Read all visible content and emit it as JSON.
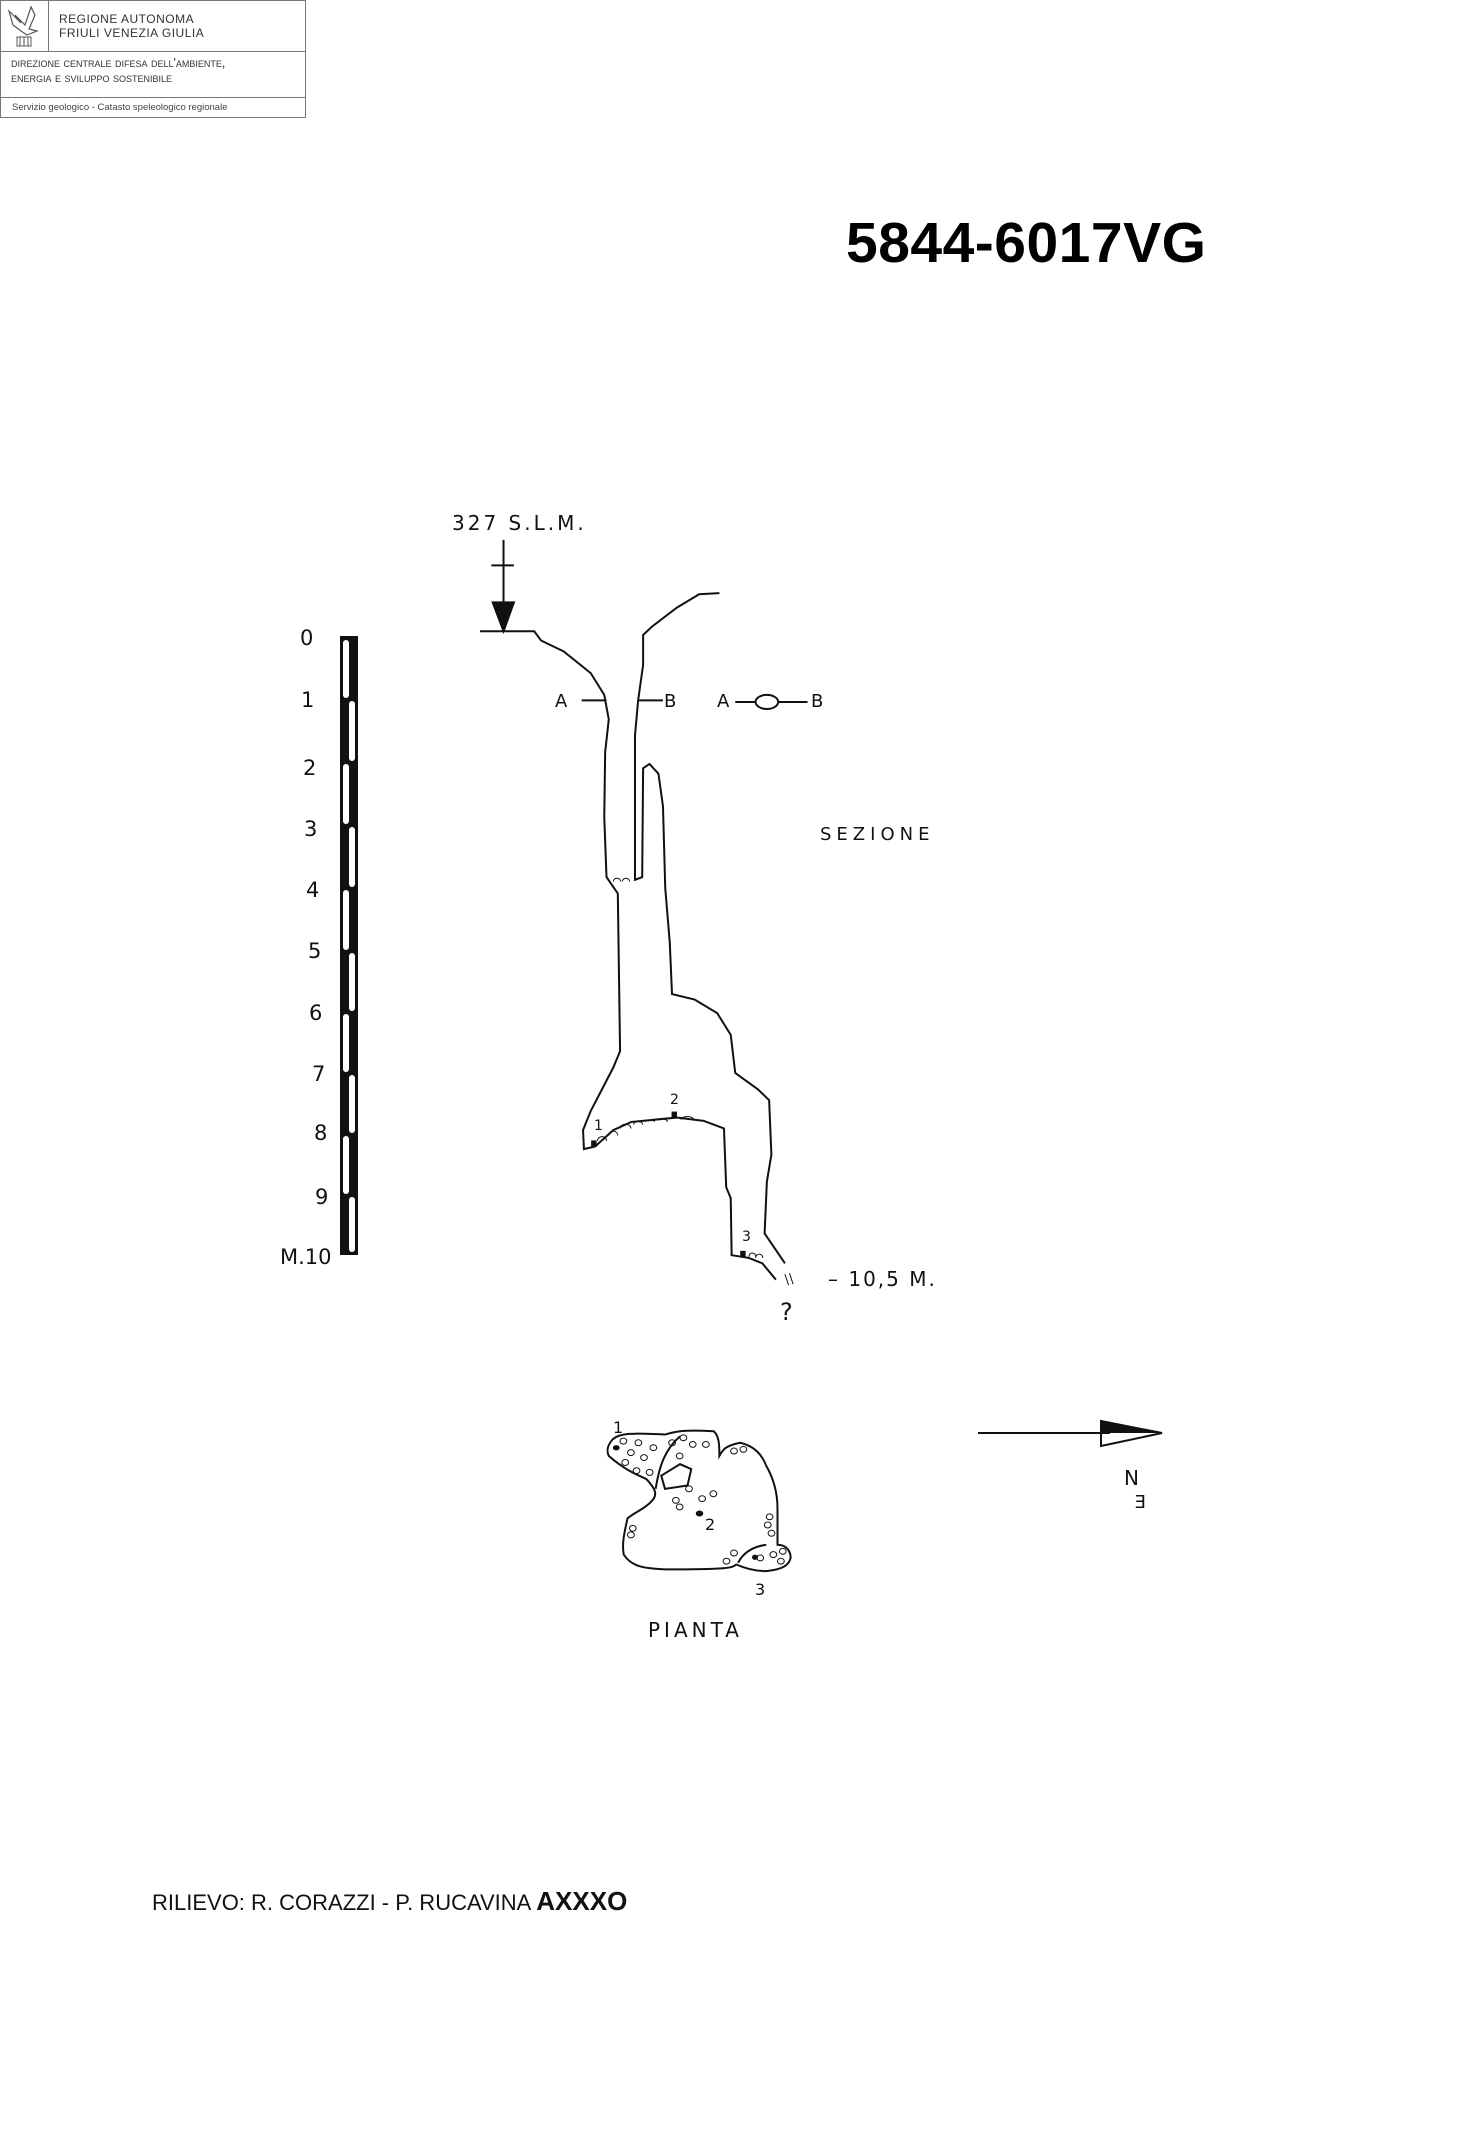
{
  "header": {
    "region_line1": "REGIONE AUTONOMA",
    "region_line2": "FRIULI VENEZIA GIULIA",
    "direction_line1": "DIREZIONE CENTRALE DIFESA DELL'AMBIENTE,",
    "direction_line2": "ENERGIA E SVILUPPO SOSTENIBILE",
    "service": "Servizio geologico - Catasto speleologico regionale",
    "logo_icon": "eagle-emblem-icon"
  },
  "title": "5844-6017VG",
  "section": {
    "entrance_elevation": "327 S.L.M.",
    "label": "SEZIONE",
    "depth": "– 10,5 M.",
    "unknown_marker": "?",
    "point_labels": [
      "1",
      "2",
      "3"
    ],
    "cross_section_a": "A",
    "cross_section_b": "B"
  },
  "scale": {
    "ticks": [
      "0",
      "1",
      "2",
      "3",
      "4",
      "5",
      "6",
      "7",
      "8",
      "9"
    ],
    "end_label": "M.10"
  },
  "plan": {
    "label": "PIANTA",
    "point_labels": [
      "1",
      "2",
      "3"
    ],
    "north_label": "N",
    "east_label": "E"
  },
  "credit": {
    "text": "RILIEVO: R. CORAZZI - P. RUCAVINA ",
    "code": "AXXXO"
  }
}
